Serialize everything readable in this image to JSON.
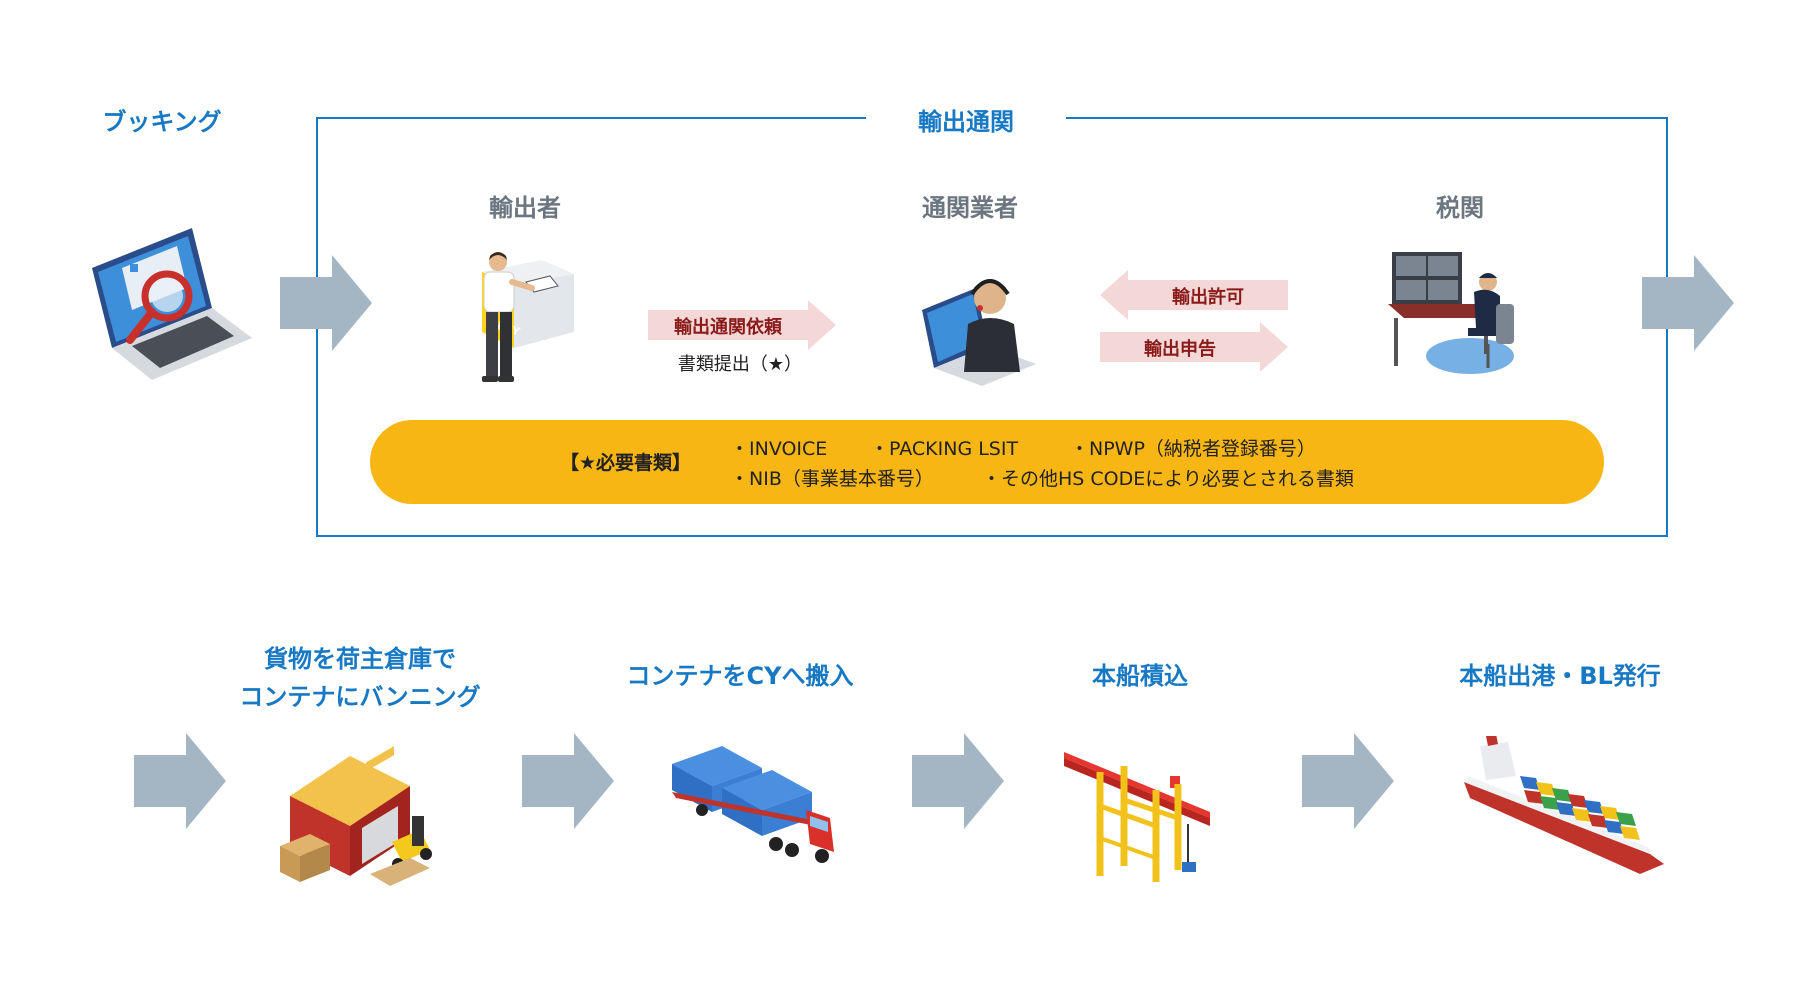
{
  "booking": {
    "title": "ブッキング"
  },
  "customs": {
    "title": "輸出通関",
    "exporter": "輸出者",
    "broker": "通関業者",
    "customs_office": "税関",
    "request_label": "輸出通関依頼",
    "request_sub": "書類提出（★）",
    "permit_label": "輸出許可",
    "declaration_label": "輸出申告"
  },
  "documents": {
    "heading": "【★必要書類】",
    "items": [
      "・INVOICE",
      "・PACKING LSIT",
      "・NPWP（納税者登録番号）",
      "・NIB（事業基本番号）",
      "・その他HS CODEにより必要とされる書類"
    ]
  },
  "steps": [
    {
      "title_line1": "貨物を荷主倉庫で",
      "title_line2": "コンテナにバンニング"
    },
    {
      "title_line1": "コンテナをCYへ搬入"
    },
    {
      "title_line1": "本船積込"
    },
    {
      "title_line1": "本船出港・BL発行"
    }
  ],
  "colors": {
    "accent_blue": "#1778c4",
    "arrow_gray": "#a4b6c4",
    "pink_arrow": "#f4d8d8",
    "docs_yellow": "#f8b615",
    "label_gray": "#6b7680"
  },
  "icons": {
    "booking": "laptop-search-icon",
    "exporter": "exporter-person-icon",
    "broker": "broker-operator-icon",
    "customs": "customs-officer-icon",
    "warehouse": "warehouse-forklift-icon",
    "truck": "container-truck-icon",
    "crane": "gantry-crane-icon",
    "ship": "container-ship-icon"
  }
}
